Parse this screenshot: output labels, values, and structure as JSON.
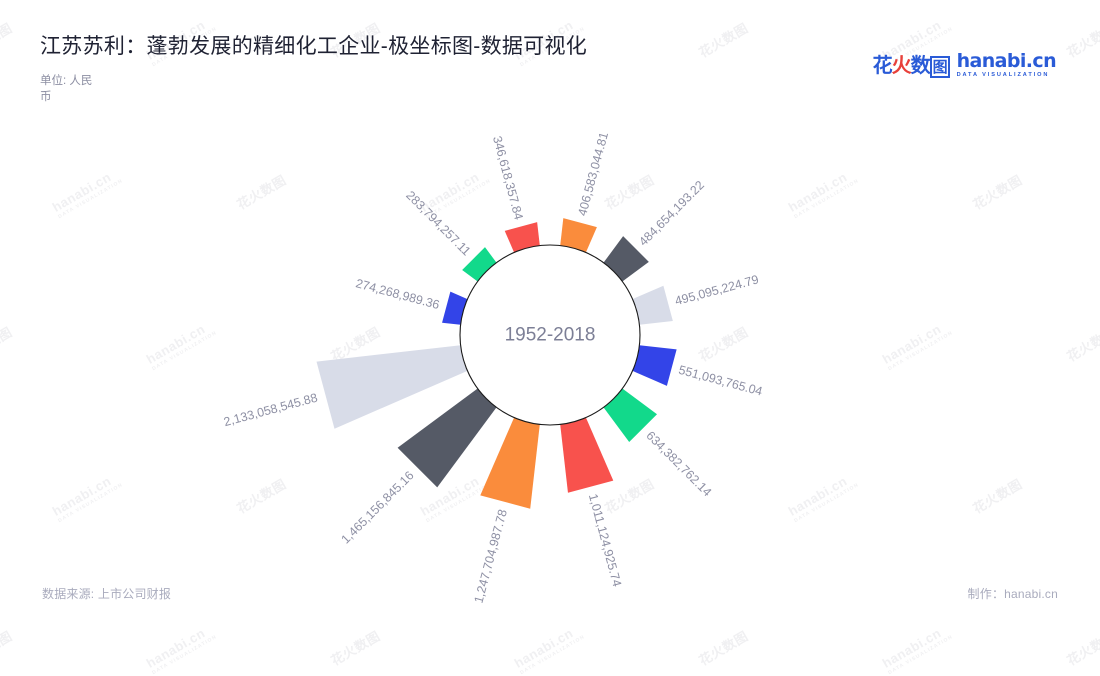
{
  "header": {
    "title": "江苏苏利：蓬勃发展的精细化工企业-极坐标图-数据可视化",
    "unit": "单位: 人民币"
  },
  "logo": {
    "cn_1": "花",
    "cn_2": "火",
    "cn_3": "数",
    "cn_4": "图",
    "en": "hanabi.cn",
    "tagline": "DATA VISUALIZATION"
  },
  "footer": {
    "source": "数据来源: 上市公司财报",
    "credit": "制作：hanabi.cn"
  },
  "chart_data": {
    "type": "bar",
    "subtype": "polar-bar",
    "title": "江苏苏利：蓬勃发展的精细化工企业-极坐标图-数据可视化",
    "xlabel": "",
    "ylabel": "单位: 人民币",
    "center_label": "1952-2018",
    "grid": false,
    "legend": "none",
    "label_format": "comma-separated with 2 decimals",
    "start_angle_deg": -75,
    "direction": "clockwise",
    "inner_radius_px": 90,
    "categories": [
      "406,583,044.81",
      "484,654,193.22",
      "495,095,224.79",
      "551,093,765.04",
      "634,382,762.14",
      "1,011,124,925.74",
      "1,247,704,987.78",
      "1,465,156,845.16",
      "2,133,058,545.88",
      "274,268,989.36",
      "283,794,257.11",
      "346,618,357.84"
    ],
    "values": [
      406583044.81,
      484654193.22,
      495095224.79,
      551093765.04,
      634382762.14,
      1011124925.74,
      1247704987.78,
      1465156845.16,
      2133058545.88,
      274268989.36,
      283794257.11,
      346618357.84
    ],
    "labels": [
      "406,583,044.81",
      "484,654,193.22",
      "495,095,224.79",
      "551,093,765.04",
      "634,382,762.14",
      "1,011,124,925.74",
      "1,247,704,987.78",
      "1,465,156,845.16",
      "2,133,058,545.88",
      "274,268,989.36",
      "283,794,257.11",
      "346,618,357.84"
    ],
    "colors": [
      "#fa8c3c",
      "#555a66",
      "#d8dce8",
      "#3344e8",
      "#12d98b",
      "#f8524d",
      "#fa8c3c",
      "#555a66",
      "#d8dce8",
      "#3344e8",
      "#12d98b",
      "#f8524d"
    ],
    "ylim": [
      0,
      2133058545.88
    ]
  },
  "watermark": {
    "cn": "花火数图",
    "en": "hanabi.cn",
    "sub": "DATA VISUALIZATION"
  },
  "palette": {
    "orange": "#fa8c3c",
    "slate": "#555a66",
    "lavender": "#d8dce8",
    "blue": "#3344e8",
    "green": "#12d98b",
    "red": "#f8524d",
    "text_dark": "#1f2233",
    "text_muted": "#8e90a4",
    "brand_blue": "#2a5bd7"
  }
}
